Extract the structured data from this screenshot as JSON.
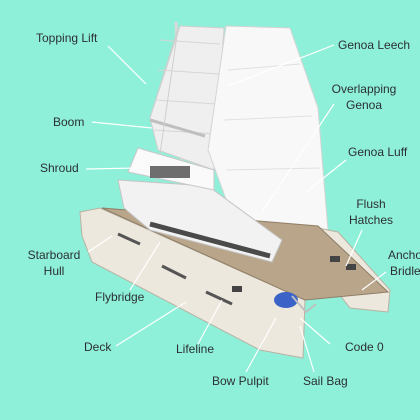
{
  "diagram": {
    "background": "#8ff0d9",
    "leader_color": "#ffffff",
    "labels": {
      "topping_lift": "Topping Lift",
      "genoa_leech": "Genoa Leech",
      "overlapping_genoa_1": "Overlapping",
      "overlapping_genoa_2": "Genoa",
      "boom": "Boom",
      "genoa_luff": "Genoa Luff",
      "shroud": "Shroud",
      "flush_hatches_1": "Flush",
      "flush_hatches_2": "Hatches",
      "starboard_hull_1": "Starboard",
      "starboard_hull_2": "Hull",
      "anchor_bridle_1": "Anchor",
      "anchor_bridle_2": "Bridle",
      "flybridge": "Flybridge",
      "deck": "Deck",
      "lifeline": "Lifeline",
      "code_0": "Code 0",
      "bow_pulpit": "Bow Pulpit",
      "sail_bag": "Sail Bag"
    }
  }
}
